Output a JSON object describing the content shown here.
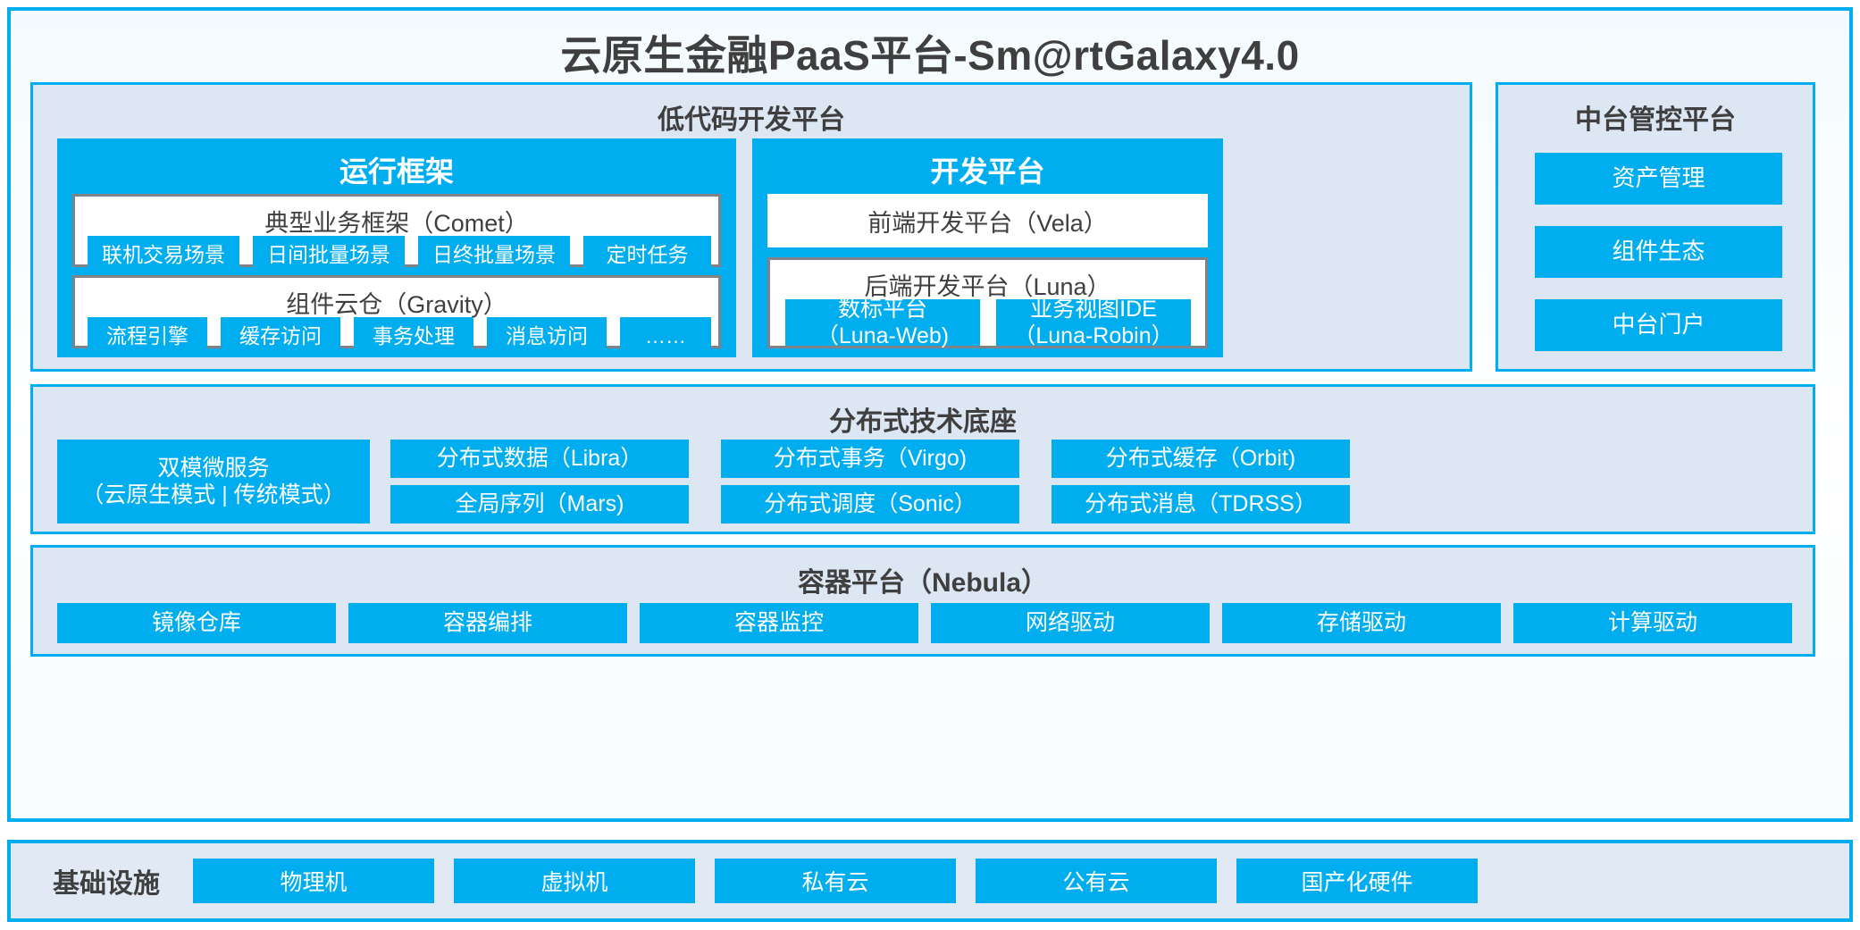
{
  "title": "云原生金融PaaS平台-Sm@rtGalaxy4.0",
  "colors": {
    "accent_blue": "#00AEEF",
    "panel_bg": "#DDE7F3",
    "group_border": "#808287",
    "text_dark": "#3F3F3F",
    "white": "#FFFFFF"
  },
  "lowcode": {
    "title": "低代码开发平台",
    "runtime": {
      "title": "运行框架",
      "comet": {
        "title": "典型业务框架（Comet）",
        "chips": [
          "联机交易场景",
          "日间批量场景",
          "日终批量场景",
          "定时任务"
        ]
      },
      "gravity": {
        "title": "组件云仓（Gravity）",
        "chips": [
          "流程引擎",
          "缓存访问",
          "事务处理",
          "消息访问",
          "……"
        ]
      }
    },
    "devplatform": {
      "title": "开发平台",
      "frontend": "前端开发平台（Vela）",
      "backend": {
        "title": "后端开发平台（Luna）",
        "chips": [
          "数标平台\n（Luna-Web)",
          "业务视图IDE\n（Luna-Robin）"
        ]
      }
    }
  },
  "console": {
    "title": "中台管控平台",
    "items": [
      "资产管理",
      "组件生态",
      "中台门户"
    ]
  },
  "techbase": {
    "title": "分布式技术底座",
    "dualmode": "双模微服务\n（云原生模式 | 传统模式）",
    "columns": [
      [
        "分布式数据（Libra）",
        "全局序列（Mars)"
      ],
      [
        "分布式事务（Virgo)",
        "分布式调度（Sonic）"
      ],
      [
        "分布式缓存（Orbit)",
        "分布式消息（TDRSS）"
      ]
    ]
  },
  "container": {
    "title": "容器平台（Nebula）",
    "chips": [
      "镜像仓库",
      "容器编排",
      "容器监控",
      "网络驱动",
      "存储驱动",
      "计算驱动"
    ]
  },
  "infra": {
    "label": "基础设施",
    "chips": [
      "物理机",
      "虚拟机",
      "私有云",
      "公有云",
      "国产化硬件"
    ]
  }
}
